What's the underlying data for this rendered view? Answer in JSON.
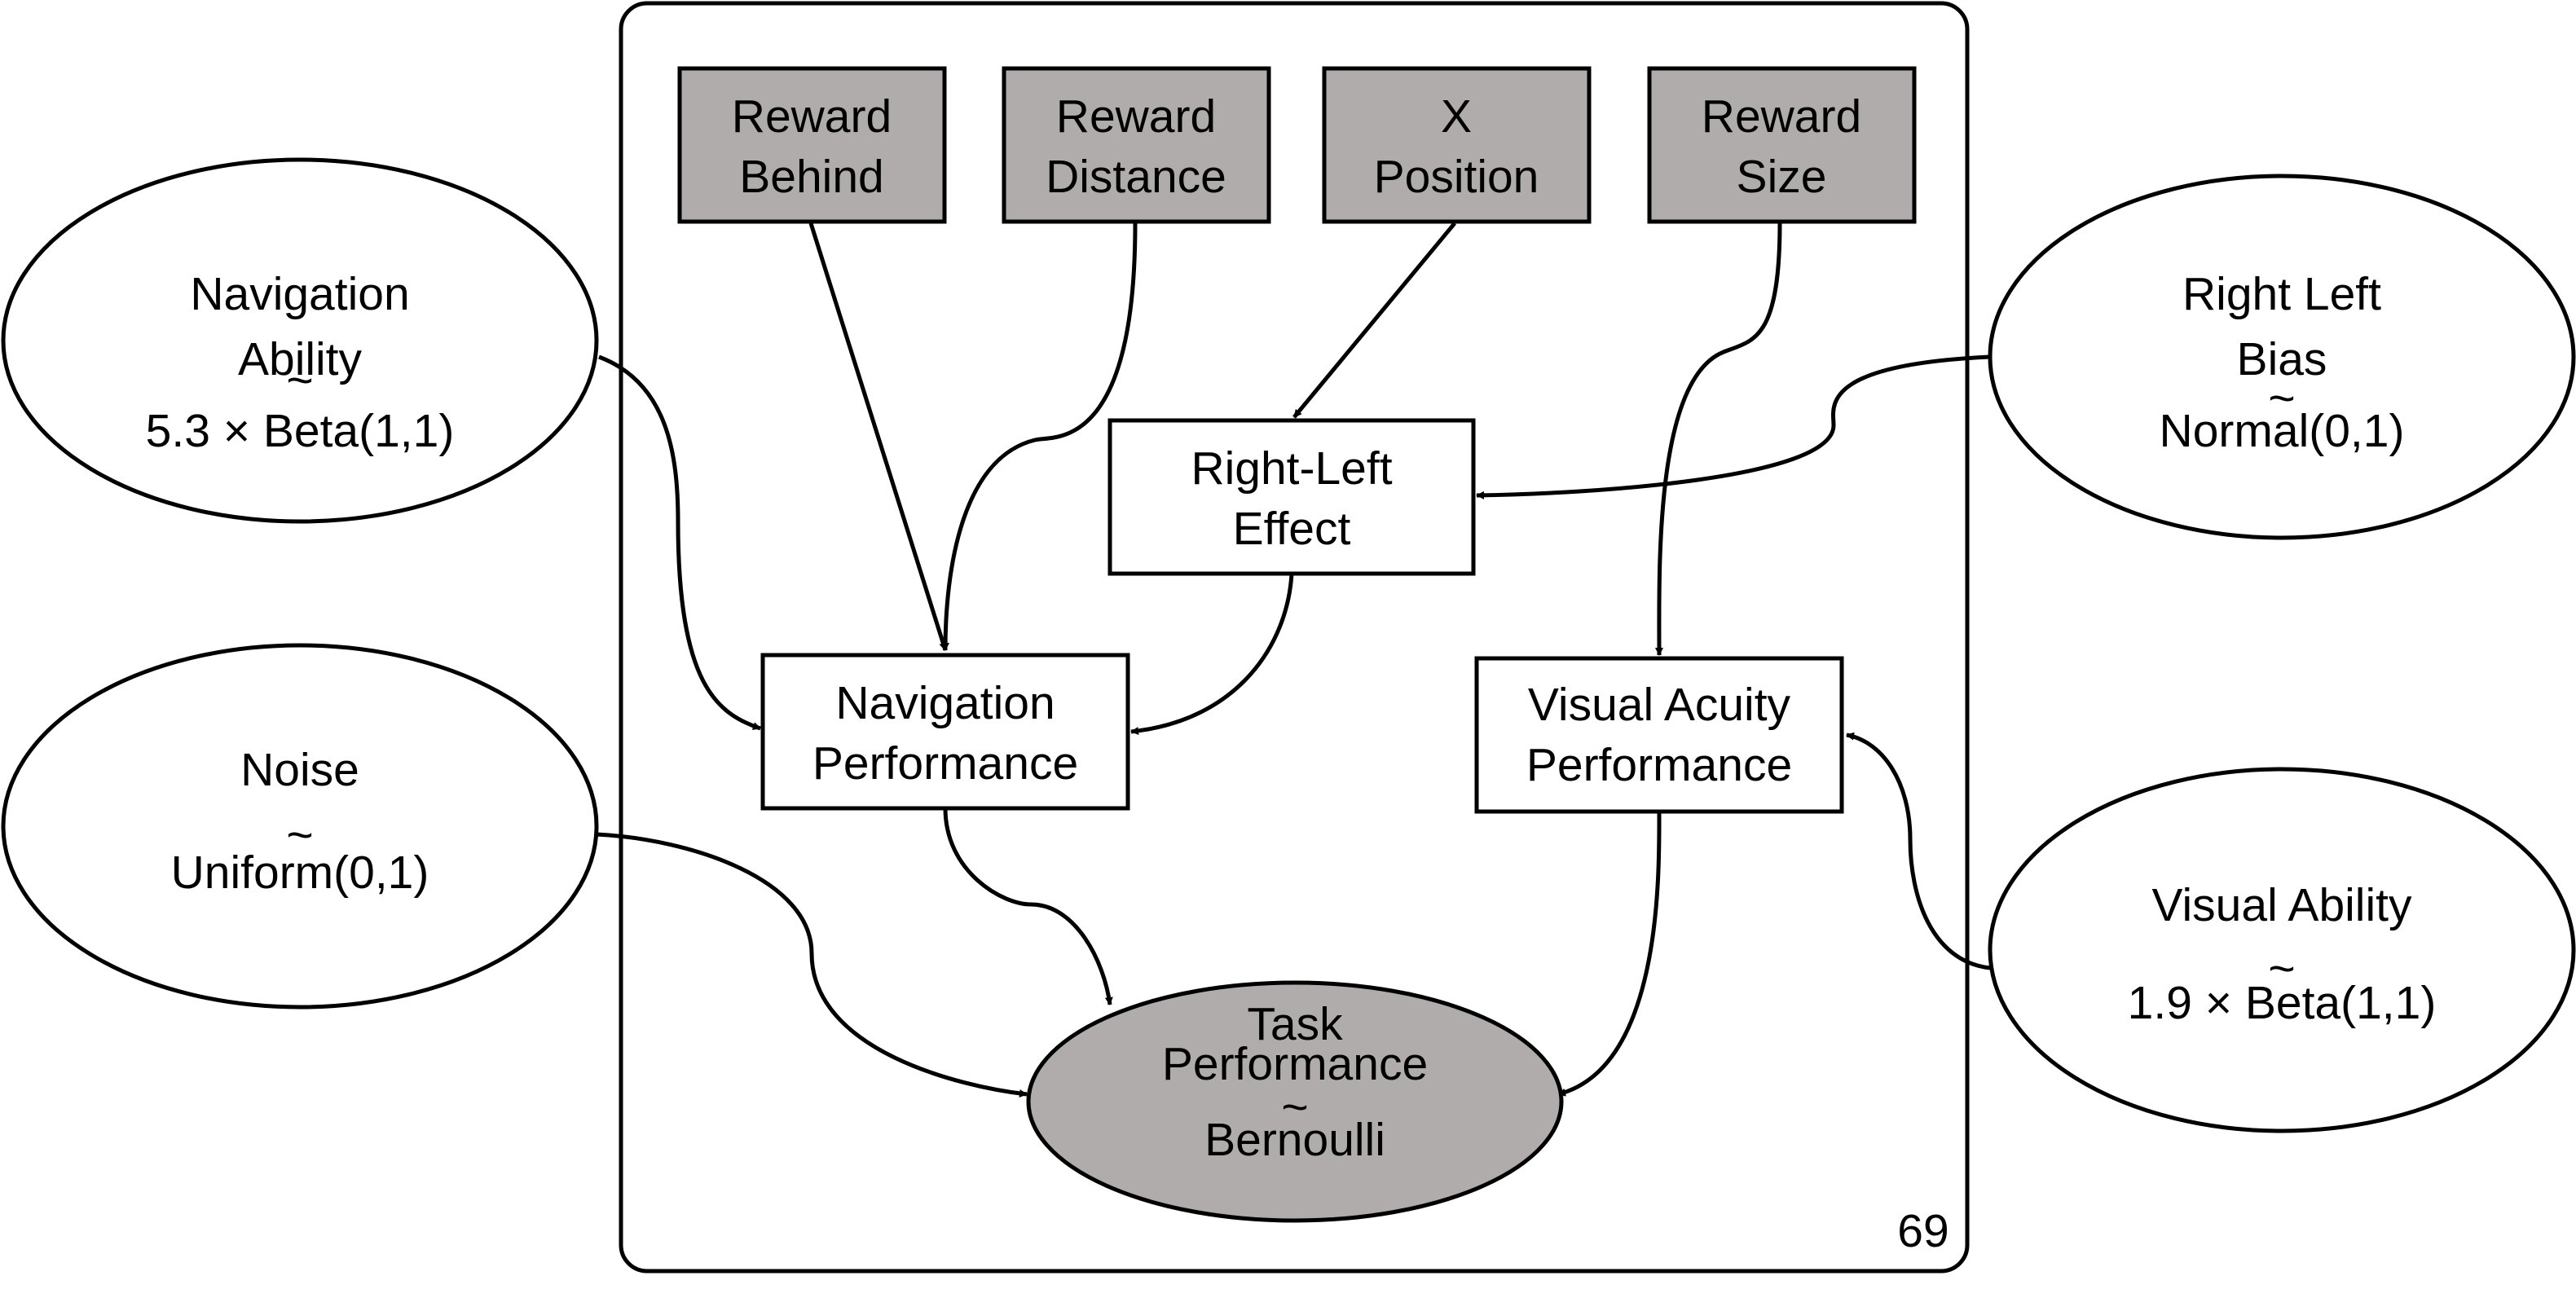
{
  "plate": {
    "count": "69"
  },
  "nodes": {
    "reward_behind": {
      "lines": [
        "Reward",
        "Behind"
      ],
      "observed": true
    },
    "reward_distance": {
      "lines": [
        "Reward",
        "Distance"
      ],
      "observed": true
    },
    "x_position": {
      "lines": [
        "X",
        "Position"
      ],
      "observed": true
    },
    "reward_size": {
      "lines": [
        "Reward",
        "Size"
      ],
      "observed": true
    },
    "right_left_effect": {
      "lines": [
        "Right-Left",
        "Effect"
      ],
      "observed": false
    },
    "navigation_performance": {
      "lines": [
        "Navigation",
        "Performance"
      ],
      "observed": false
    },
    "visual_acuity_performance": {
      "lines": [
        "Visual Acuity",
        "Performance"
      ],
      "observed": false
    },
    "task_performance": {
      "lines": [
        "Task",
        "Performance",
        "~",
        "Bernoulli"
      ],
      "observed": true
    },
    "navigation_ability": {
      "lines": [
        "Navigation",
        "Ability",
        "5.3 × Beta(1,1)"
      ],
      "tilde": "~",
      "observed": false
    },
    "noise": {
      "lines": [
        "Noise",
        "Uniform(0,1)"
      ],
      "tilde": "~",
      "observed": false
    },
    "right_left_bias": {
      "lines": [
        "Right Left",
        "Bias",
        "Normal(0,1)"
      ],
      "tilde": "~",
      "observed": false
    },
    "visual_ability": {
      "lines": [
        "Visual Ability",
        "1.9 × Beta(1,1)"
      ],
      "tilde": "~",
      "observed": false
    }
  },
  "edges": [
    {
      "from": "reward_behind",
      "to": "navigation_performance"
    },
    {
      "from": "reward_distance",
      "to": "navigation_performance"
    },
    {
      "from": "x_position",
      "to": "right_left_effect"
    },
    {
      "from": "reward_size",
      "to": "visual_acuity_performance"
    },
    {
      "from": "right_left_bias",
      "to": "right_left_effect"
    },
    {
      "from": "right_left_effect",
      "to": "navigation_performance"
    },
    {
      "from": "navigation_ability",
      "to": "navigation_performance"
    },
    {
      "from": "navigation_performance",
      "to": "task_performance"
    },
    {
      "from": "visual_acuity_performance",
      "to": "task_performance"
    },
    {
      "from": "noise",
      "to": "task_performance"
    },
    {
      "from": "visual_ability",
      "to": "visual_acuity_performance"
    }
  ],
  "colors": {
    "observed_fill": "#b0acac",
    "latent_fill": "#ffffff",
    "stroke": "#000000"
  }
}
